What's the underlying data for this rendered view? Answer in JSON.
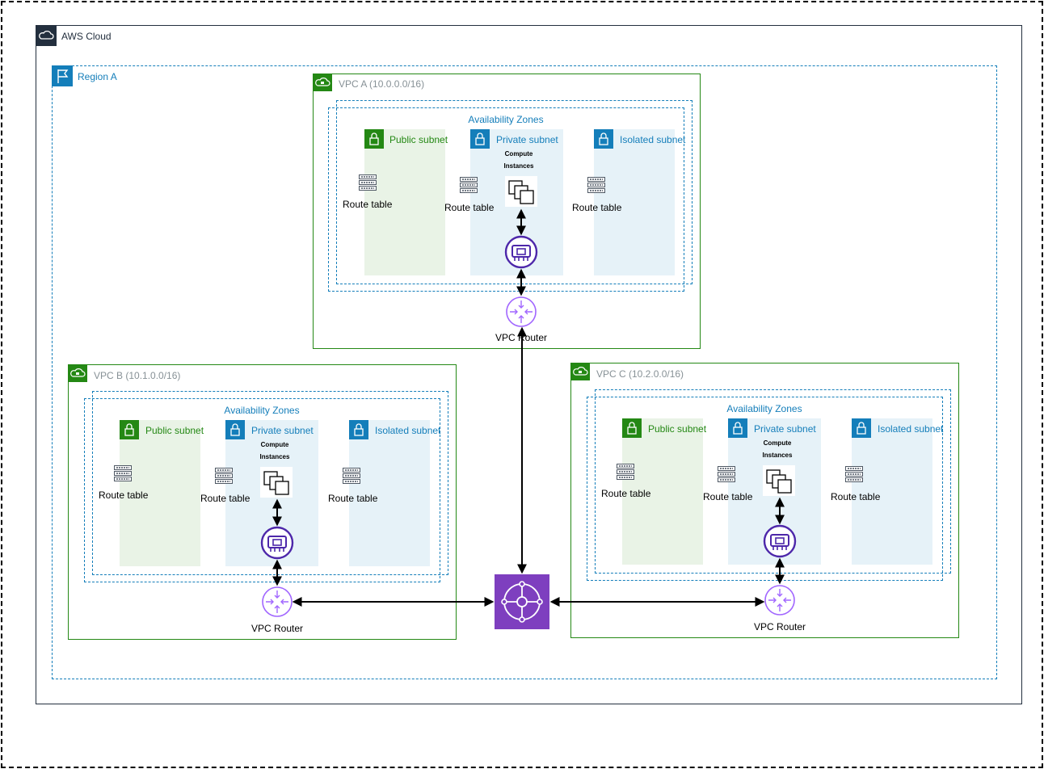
{
  "cloud": {
    "label": "AWS Cloud",
    "icon": "aws-cloud-icon"
  },
  "region": {
    "label": "Region A",
    "icon": "region-flag-icon"
  },
  "vpcs": {
    "a": {
      "label": "VPC A (10.0.0.0/16)",
      "az_label": "Availability Zones",
      "public_subnet": "Public subnet",
      "private_subnet": "Private subnet",
      "isolated_subnet": "Isolated subnet",
      "compute_label": "Compute Instances",
      "route_table": "Route table",
      "router_label": "VPC Router"
    },
    "b": {
      "label": "VPC B (10.1.0.0/16)",
      "az_label": "Availability Zones",
      "public_subnet": "Public subnet",
      "private_subnet": "Private subnet",
      "isolated_subnet": "Isolated subnet",
      "compute_label": "Compute Instances",
      "route_table": "Route table",
      "router_label": "VPC Router"
    },
    "c": {
      "label": "VPC C (10.2.0.0/16)",
      "az_label": "Availability Zones",
      "public_subnet": "Public subnet",
      "private_subnet": "Private subnet",
      "isolated_subnet": "Isolated subnet",
      "compute_label": "Compute Instances",
      "route_table": "Route table",
      "router_label": "VPC Router"
    }
  },
  "colors": {
    "cloud": "#232F3E",
    "region": "#147EBA",
    "vpc": "#248814",
    "public_fill": "#E9F3E6",
    "private_fill": "#E6F2F8",
    "router": "#A166FF",
    "eni": "#4D27AA",
    "transit_gateway": "#7E3FBF"
  }
}
